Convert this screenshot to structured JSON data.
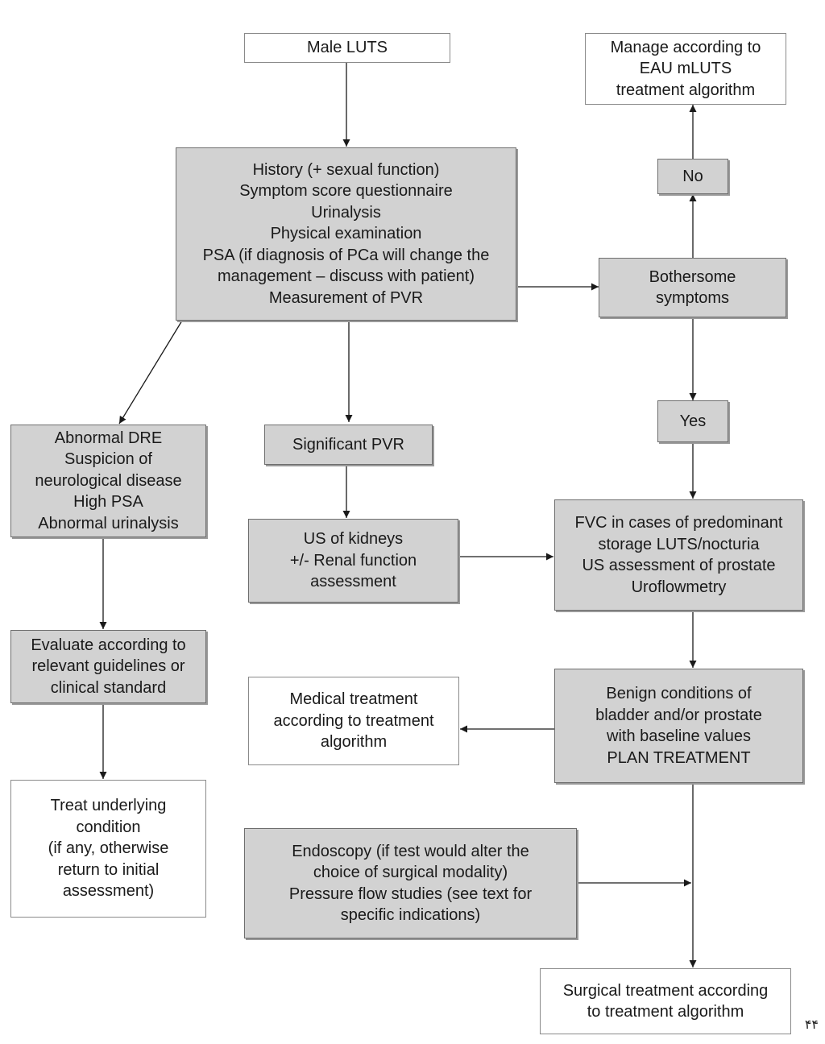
{
  "nodes": {
    "male_luts": [
      "Male LUTS"
    ],
    "manage_eau": [
      "Manage according to",
      "EAU mLUTS",
      "treatment algorithm"
    ],
    "history": [
      "History (+ sexual function)",
      "Symptom score questionnaire",
      "Urinalysis",
      "Physical examination",
      "PSA (if diagnosis of PCa will change the",
      "management – discuss with patient)",
      "Measurement of PVR"
    ],
    "no": [
      "No"
    ],
    "bothersome": [
      "Bothersome",
      "symptoms"
    ],
    "yes": [
      "Yes"
    ],
    "abnormal": [
      "Abnormal DRE",
      "Suspicion of",
      "neurological disease",
      "High PSA",
      "Abnormal urinalysis"
    ],
    "significant_pvr": [
      "Significant PVR"
    ],
    "us_kidneys": [
      "US of kidneys",
      "+/- Renal function",
      "assessment"
    ],
    "fvc": [
      "FVC in cases of predominant",
      "storage LUTS/nocturia",
      "US assessment of prostate",
      "Uroflowmetry"
    ],
    "evaluate": [
      "Evaluate according to",
      "relevant guidelines or",
      "clinical standard"
    ],
    "medical": [
      "Medical treatment",
      "according to treatment",
      "algorithm"
    ],
    "benign": [
      "Benign conditions of",
      "bladder and/or prostate",
      "with baseline values",
      "PLAN TREATMENT"
    ],
    "treat_underlying": [
      "Treat underlying",
      "condition",
      "(if any, otherwise",
      "return to initial",
      "assessment)"
    ],
    "endoscopy": [
      "Endoscopy (if test would alter the",
      "choice of surgical modality)",
      "Pressure flow studies (see text for",
      "specific indications)"
    ],
    "surgical": [
      "Surgical treatment according",
      "to treatment algorithm"
    ]
  },
  "page_number": "۴۴"
}
